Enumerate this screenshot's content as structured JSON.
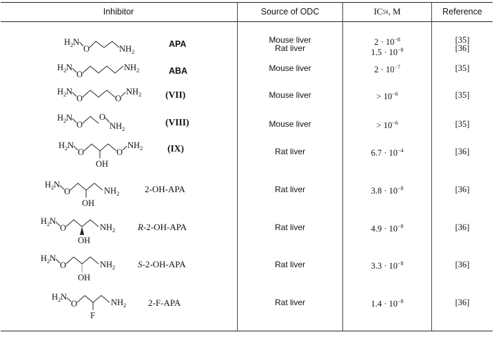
{
  "header": {
    "inhibitor": "Inhibitor",
    "source": "Source of ODC",
    "ic50_main": "IC",
    "ic50_sub": "50",
    "ic50_unit": ", M",
    "reference": "Reference"
  },
  "atoms": {
    "h2n": "H",
    "n": "N",
    "two": "2",
    "o": "O",
    "nh": "NH",
    "oh": "OH",
    "f": "F"
  },
  "rows": [
    {
      "name": "APA",
      "source": [
        "Mouse liver",
        "Rat liver"
      ],
      "ic50": [
        {
          "mant": "2 · 10",
          "exp": "−8"
        },
        {
          "mant": "1.5 · 10",
          "exp": "−8"
        }
      ],
      "ref": [
        "[35]",
        "[36]"
      ],
      "structure": "chain-3-amine"
    },
    {
      "name": "ABA",
      "source": [
        "Mouse liver"
      ],
      "ic50": [
        {
          "mant": "2 · 10",
          "exp": "−7"
        }
      ],
      "ref": [
        "[35]"
      ],
      "structure": "chain-4-amine"
    },
    {
      "name": "(VII)",
      "source": [
        "Mouse liver"
      ],
      "ic50": [
        {
          "mant": "> 10",
          "exp": "−6"
        }
      ],
      "ref": [
        "[35]"
      ],
      "structure": "chain-3-oamine"
    },
    {
      "name": "(VIII)",
      "source": [
        "Mouse liver"
      ],
      "ic50": [
        {
          "mant": "> 10",
          "exp": "−6"
        }
      ],
      "ref": [
        "[35]"
      ],
      "structure": "chain-2-oamine"
    },
    {
      "name": "(IX)",
      "source": [
        "Rat liver"
      ],
      "ic50": [
        {
          "mant": "6.7 · 10",
          "exp": "−4"
        }
      ],
      "ref": [
        "[36]"
      ],
      "structure": "chain-3-oamine-oh"
    },
    {
      "name": "2-OH-APA",
      "source": [
        "Rat liver"
      ],
      "ic50": [
        {
          "mant": "3.8 · 10",
          "exp": "−8"
        }
      ],
      "ref": [
        "[36]"
      ],
      "structure": "oh-apa"
    },
    {
      "name": "-2-OH-APA",
      "prefix": "R",
      "source": [
        "Rat liver"
      ],
      "ic50": [
        {
          "mant": "4.9 · 10",
          "exp": "−8"
        }
      ],
      "ref": [
        "[36]"
      ],
      "structure": "r-oh-apa"
    },
    {
      "name": "-2-OH-APA",
      "prefix": "S",
      "source": [
        "Rat liver"
      ],
      "ic50": [
        {
          "mant": "3.3 · 10",
          "exp": "−8"
        }
      ],
      "ref": [
        "[36]"
      ],
      "structure": "s-oh-apa"
    },
    {
      "name": "2-F-APA",
      "source": [
        "Rat liver"
      ],
      "ic50": [
        {
          "mant": "1.4 · 10",
          "exp": "−8"
        }
      ],
      "ref": [
        "[36]"
      ],
      "structure": "f-apa"
    }
  ]
}
